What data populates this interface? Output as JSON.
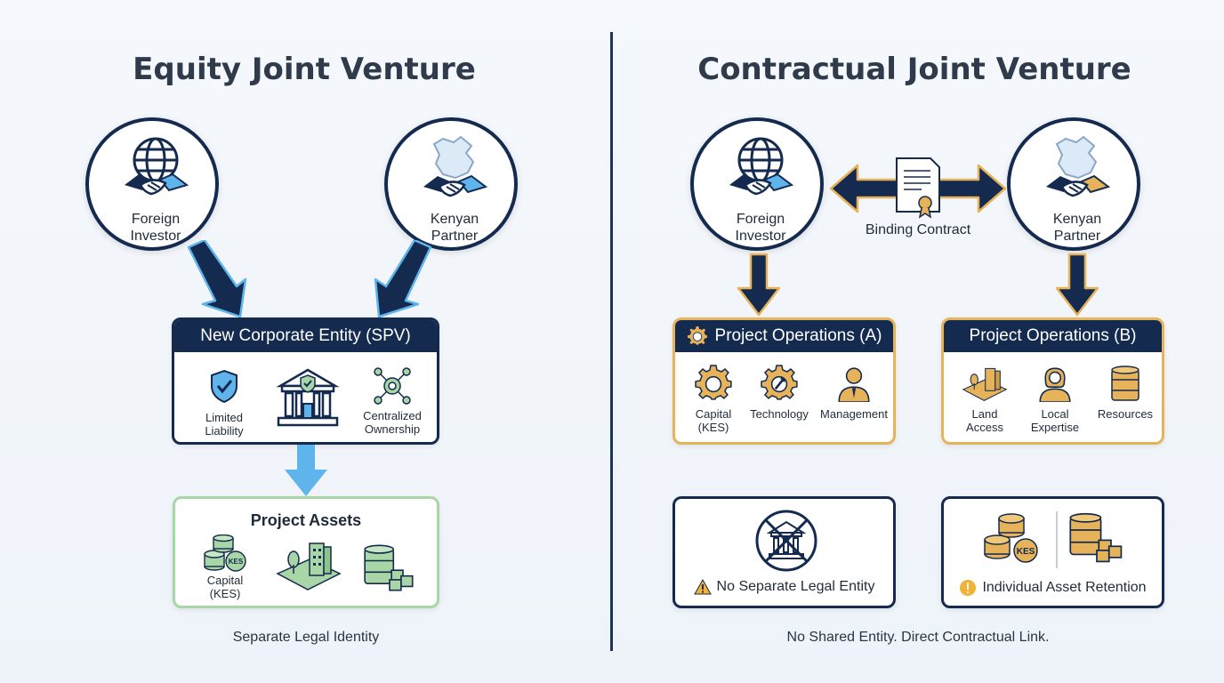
{
  "left": {
    "title": "Equity Joint Venture",
    "foreign": {
      "line1": "Foreign",
      "line2": "Investor"
    },
    "kenyan": {
      "line1": "Kenyan",
      "line2": "Partner"
    },
    "spv": {
      "header": "New Corporate Entity (SPV)",
      "items": [
        {
          "line1": "Limited",
          "line2": "Liability",
          "icon": "shield-check-icon"
        },
        {
          "line1": "",
          "line2": "",
          "icon": "bank-building-icon"
        },
        {
          "line1": "Centralized",
          "line2": "Ownership",
          "icon": "network-gear-icon"
        }
      ]
    },
    "assets": {
      "header": "Project Assets",
      "capital": {
        "line1": "Capital",
        "line2": "(KES)",
        "coin_text": "KES"
      }
    },
    "caption": "Separate Legal Identity"
  },
  "right": {
    "title": "Contractual Joint Venture",
    "foreign": {
      "line1": "Foreign",
      "line2": "Investor"
    },
    "kenyan": {
      "line1": "Kenyan",
      "line2": "Partner"
    },
    "contract_label": "Binding Contract",
    "ops_a": {
      "header": "Project Operations (A)",
      "items": [
        {
          "line1": "Capital",
          "line2": "(KES)"
        },
        {
          "line1": "Technology",
          "line2": ""
        },
        {
          "line1": "Management",
          "line2": ""
        }
      ]
    },
    "ops_b": {
      "header": "Project Operations (B)",
      "items": [
        {
          "line1": "Land",
          "line2": "Access"
        },
        {
          "line1": "Local",
          "line2": "Expertise"
        },
        {
          "line1": "Resources",
          "line2": ""
        }
      ]
    },
    "no_entity": {
      "label": "No Separate Legal Entity"
    },
    "retention": {
      "label": "Individual Asset Retention",
      "coin_text": "KES"
    },
    "caption": "No Shared Entity. Direct Contractual Link."
  },
  "colors": {
    "navy": "#142a4e",
    "gold": "#e7b35a",
    "light_blue": "#5fb4ec",
    "green": "#a8d6a6",
    "warning": "#f2b233"
  }
}
